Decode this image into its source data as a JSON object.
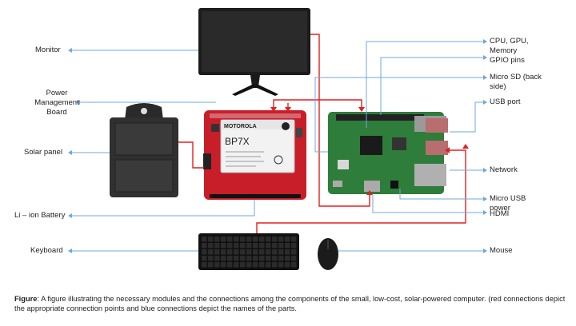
{
  "labels": {
    "monitor": "Monitor",
    "power_management_board": "Power Management Board",
    "solar_panel": "Solar panel",
    "battery": "Li – ion Battery",
    "keyboard": "Keyboard",
    "cpu_gpu_memory": "CPU, GPU, Memory",
    "gpio_pins": "GPIO pins",
    "micro_sd": "Micro SD (back side)",
    "usb_port": "USB port",
    "network": "Network",
    "micro_usb_power": "Micro USB power",
    "hdmi": "HDMI",
    "mouse": "Mouse"
  },
  "battery_text": {
    "brand": "MOTOROLA",
    "model": "BP7X"
  },
  "caption": {
    "prefix": "Figure",
    "text": ": A figure illustrating the necessary modules and the connections among the components of the small, low-cost, solar-powered computer. (red connections depict the appropriate connection points and blue connections depict the names of the parts."
  },
  "colors": {
    "red_connection": "#e0211f",
    "blue_connection": "#6fa8dc",
    "pcb_red": "#c81e2a",
    "pcb_green": "#2e7d3a"
  }
}
